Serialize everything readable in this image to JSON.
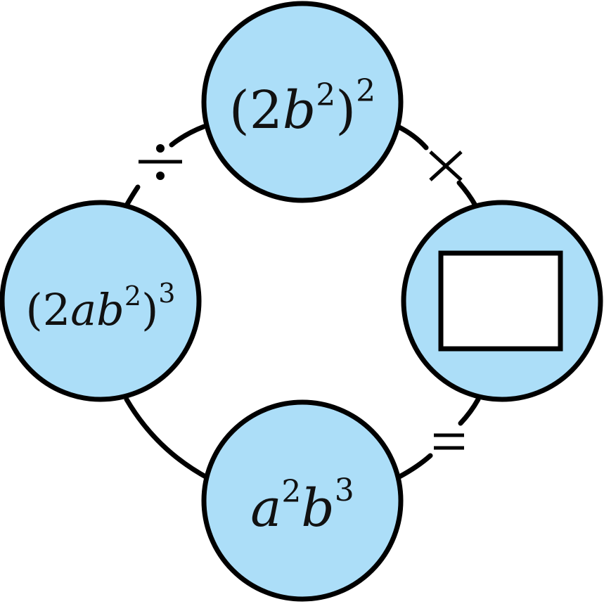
{
  "diagram": {
    "nodes": {
      "top": {
        "open": "(",
        "coef": "2",
        "var": "b",
        "inner_exp": "2",
        "close": ")",
        "outer_exp": "2"
      },
      "left": {
        "open": "(",
        "coef": "2",
        "var_a": "a",
        "var_b": "b",
        "inner_exp": "2",
        "close": ")",
        "outer_exp": "3"
      },
      "bottom": {
        "var_a": "a",
        "exp_a": "2",
        "var_b": "b",
        "exp_b": "3"
      },
      "right": {
        "content": "blank answer box"
      }
    },
    "operators": {
      "divide": "÷",
      "times": "×",
      "equals": "="
    },
    "colors": {
      "node_fill": "#acdef8",
      "stroke": "#000000"
    }
  }
}
